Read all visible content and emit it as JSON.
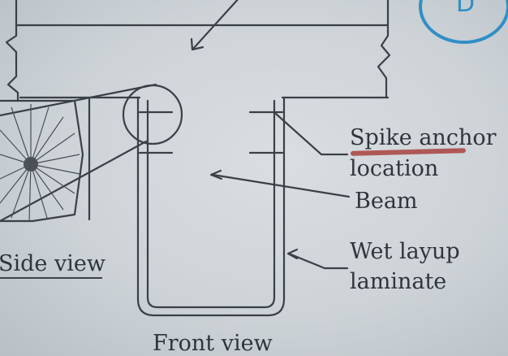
{
  "labels": {
    "spike": "Spike anchor",
    "location": "location",
    "beam": "Beam",
    "wet": "Wet layup",
    "laminate": "laminate",
    "side_view": "Side view",
    "front_view": "Front view"
  },
  "badge": {
    "letter": "D"
  },
  "colors": {
    "ink": "#2f353b",
    "highlight": "#a8423f",
    "badge": "#2e8fc7"
  }
}
